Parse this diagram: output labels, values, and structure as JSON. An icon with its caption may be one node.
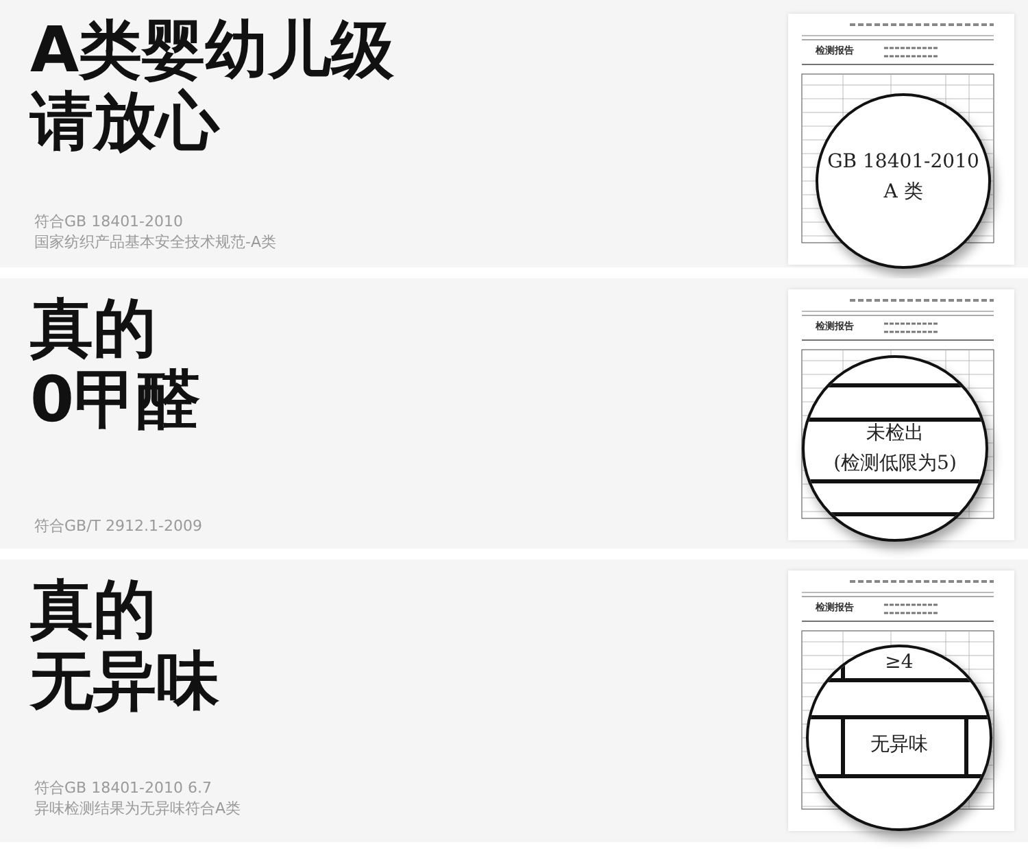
{
  "diagram": {
    "nodes": [
      {
        "text": [
          "A类婴幼儿级请放心",
          "符合GB 18401-2010",
          "国家纺织产品基本安全技术规范-A类"
        ]
      },
      {
        "text": [
          "检测报告"
        ],
        "in": 0
      },
      {
        "text": [
          "GB 18401-2010",
          "A 类"
        ],
        "in": 1
      },
      {
        "text": [
          "真的0甲醛",
          "符合GB/T  2912.1-2009"
        ]
      },
      {
        "text": [
          "检测报告"
        ],
        "in": 3
      },
      {
        "text": [
          "未检出",
          "(检测低限为5)"
        ],
        "in": 4
      },
      {
        "text": [
          "真的无异味",
          "符合GB  18401-2010  6.7",
          "异味检测结果为无异味符合A类"
        ]
      },
      {
        "text": [
          "检测报告"
        ],
        "in": 6
      },
      {
        "text": [
          "≥4",
          "无异味"
        ],
        "in": 7
      }
    ]
  }
}
